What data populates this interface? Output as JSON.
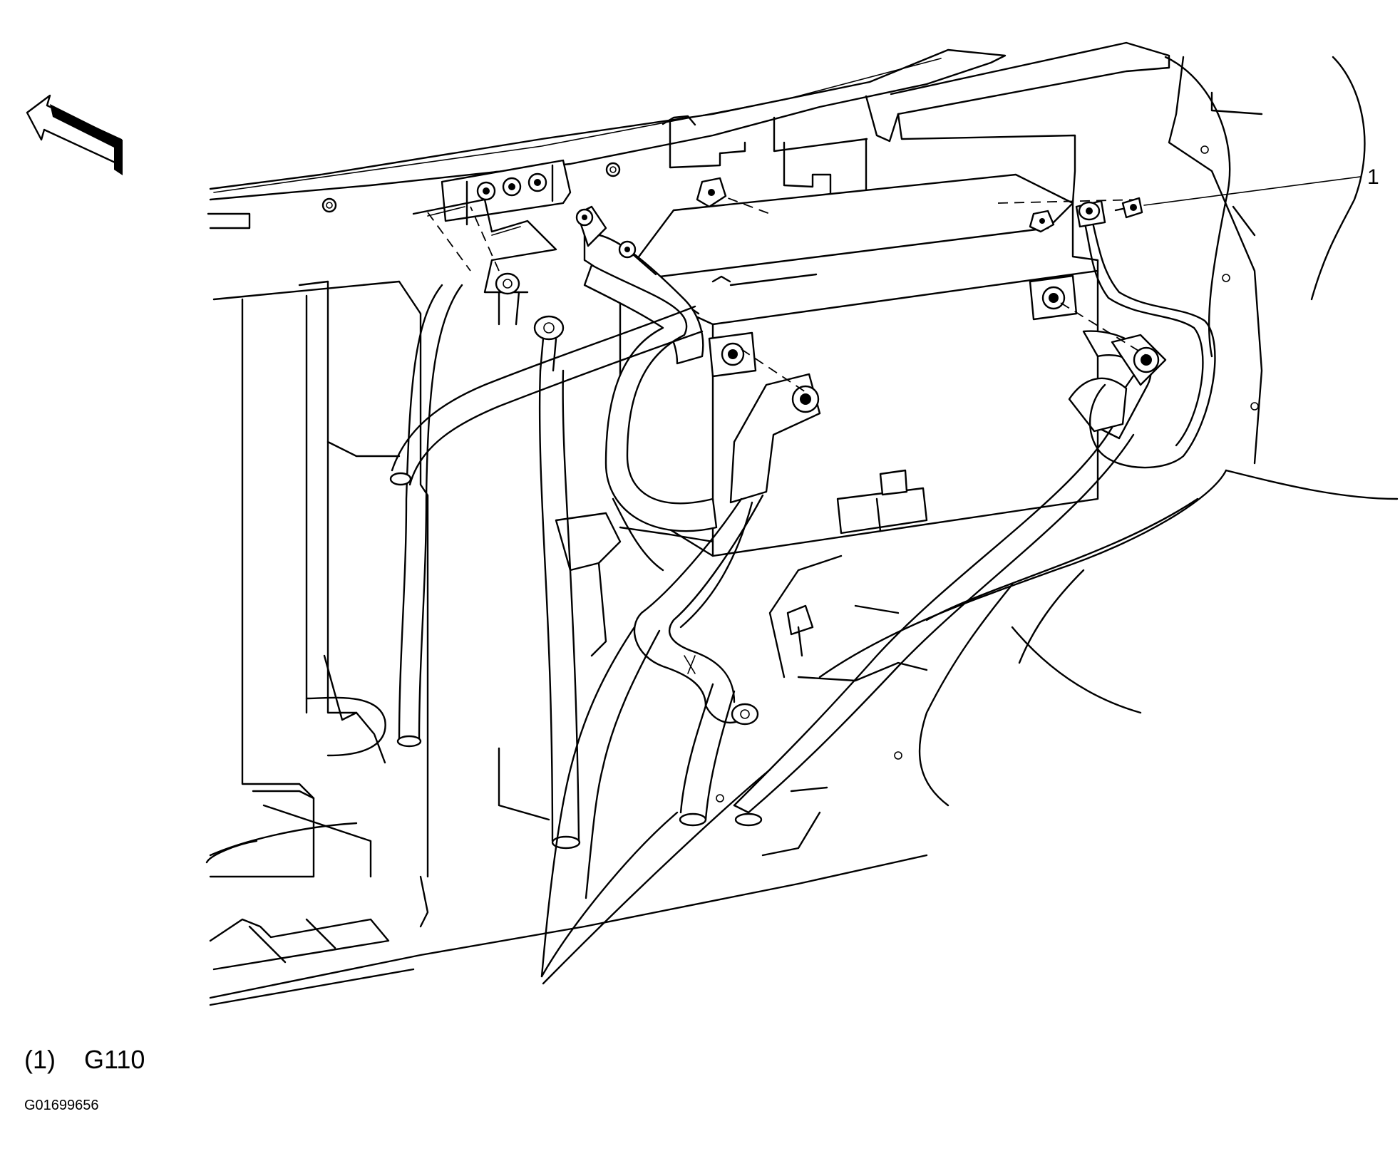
{
  "callout": {
    "number": "1"
  },
  "legend": [
    {
      "number": "(1)",
      "label": "G110"
    }
  ],
  "figure_id": "G01699656",
  "icons": {
    "direction_arrow": "forward-direction-arrow-icon",
    "ground_point": "ground-bolt-icon"
  }
}
